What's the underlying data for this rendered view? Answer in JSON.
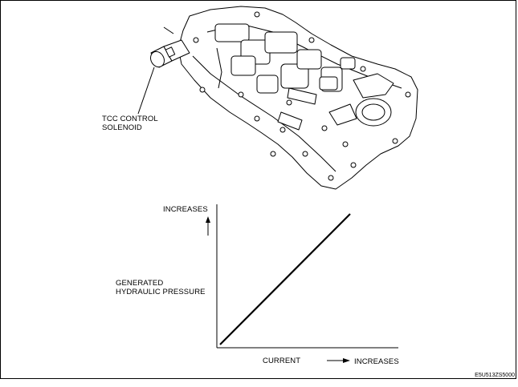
{
  "solenoid_label": {
    "line1": "TCC CONTROL",
    "line2": "SOLENOID"
  },
  "graph": {
    "y_axis_label": {
      "line1": "GENERATED",
      "line2": "HYDRAULIC PRESSURE"
    },
    "y_increase_label": "INCREASES",
    "x_axis_label": "CURRENT",
    "x_increase_label": "INCREASES"
  },
  "figure_code": "E5U513ZS5000",
  "chart_data": {
    "type": "line",
    "xlabel": "CURRENT",
    "ylabel": "GENERATED HYDRAULIC PRESSURE",
    "series": [
      {
        "x": [
          0,
          1
        ],
        "y": [
          0,
          1
        ]
      }
    ]
  }
}
